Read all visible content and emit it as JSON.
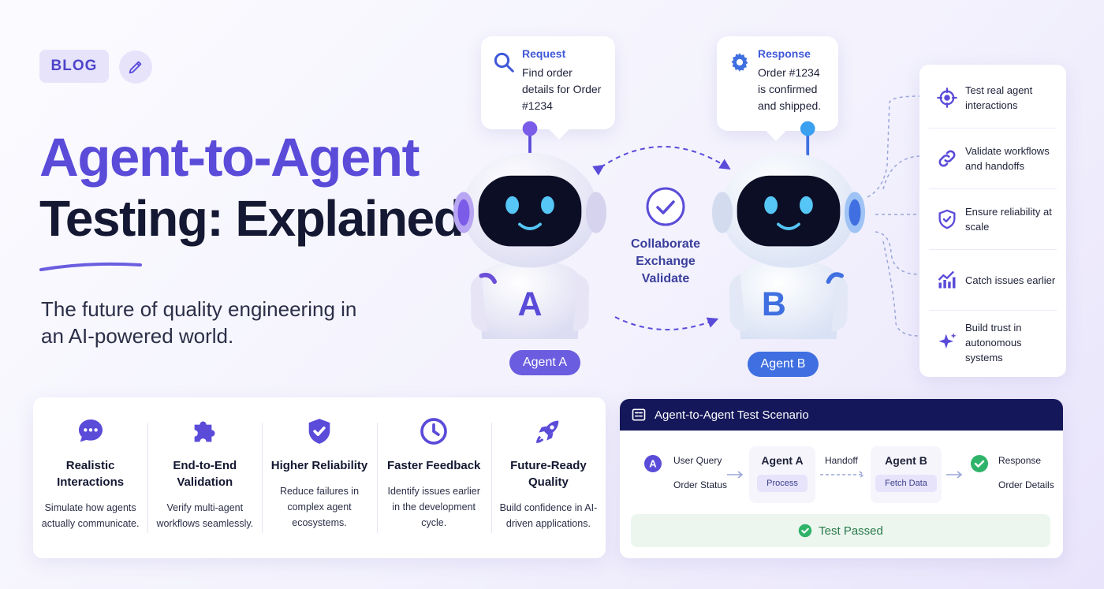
{
  "tag": {
    "label": "BLOG"
  },
  "hero": {
    "title_line_1": "Agent-to-Agent",
    "title_line_2": "Testing: Explained",
    "subtitle": "The future of quality engineering in an AI-powered world."
  },
  "request_bubble": {
    "heading": "Request",
    "text": "Find order details for Order #1234"
  },
  "response_bubble": {
    "heading": "Response",
    "text": "Order #1234 is confirmed and shipped."
  },
  "agent_a": {
    "letter": "A",
    "label": "Agent A"
  },
  "agent_b": {
    "letter": "B",
    "label": "Agent B"
  },
  "center": {
    "lines": [
      "Collaborate",
      "Exchange",
      "Validate"
    ]
  },
  "benefits": [
    {
      "text": "Test real agent interactions",
      "icon": "target-icon"
    },
    {
      "text": "Validate workflows and handoffs",
      "icon": "link-icon"
    },
    {
      "text": "Ensure reliability at scale",
      "icon": "shield-check-icon"
    },
    {
      "text": "Catch issues earlier",
      "icon": "growth-chart-icon"
    },
    {
      "text": "Build trust in autonomous systems",
      "icon": "sparkle-icon"
    }
  ],
  "features": [
    {
      "title": "Realistic Interactions",
      "desc": "Simulate how agents actually communicate.",
      "icon": "chat-bubble-icon"
    },
    {
      "title": "End-to-End Validation",
      "desc": "Verify multi-agent workflows seamlessly.",
      "icon": "puzzle-icon"
    },
    {
      "title": "Higher Reliability",
      "desc": "Reduce failures in complex agent ecosystems.",
      "icon": "shield-check-icon"
    },
    {
      "title": "Faster Feedback",
      "desc": "Identify issues earlier in the development cycle.",
      "icon": "clock-icon"
    },
    {
      "title": "Future-Ready Quality",
      "desc": "Build confidence in AI-driven applications.",
      "icon": "rocket-icon"
    }
  ],
  "scenario": {
    "title": "Agent-to-Agent Test Scenario",
    "start_badge": "A",
    "user_query": "User Query",
    "order_status": "Order Status",
    "agent_a_title": "Agent A",
    "agent_a_action": "Process",
    "handoff": "Handoff",
    "agent_b_title": "Agent B",
    "agent_b_action": "Fetch Data",
    "response": "Response",
    "order_details": "Order Details",
    "result": "Test Passed"
  },
  "colors": {
    "primary_purple": "#5a4bd9",
    "blue": "#3f6fe0",
    "navy": "#14175a",
    "success_green": "#2fb36a"
  }
}
